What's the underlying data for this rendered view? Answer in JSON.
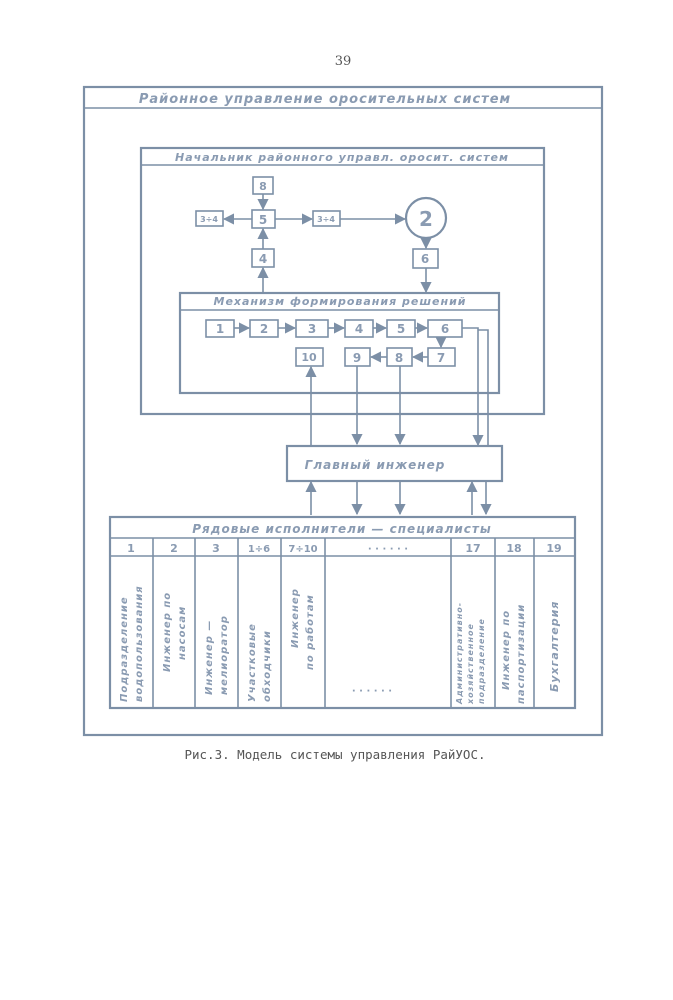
{
  "page_number": "39",
  "outer_title": "Районное управление оросительных систем",
  "chief_title": "Начальник районного управл. оросит. систем",
  "chief_blocks": {
    "top": "8",
    "left": "3÷4",
    "center": "5",
    "right_small": "3÷4",
    "circle": "2",
    "below_center": "4",
    "below_circle": "6"
  },
  "mechanism_title": "Механизм формирования решений",
  "mechanism_row1": [
    "1",
    "2",
    "3",
    "4",
    "5",
    "6"
  ],
  "mechanism_row2": [
    "10",
    "9",
    "8",
    "7"
  ],
  "chief_engineer": "Главный инженер",
  "staff_title": "Рядовые исполнители — специалисты",
  "staff_columns": [
    {
      "num": "1",
      "label_1": "Подразделение",
      "label_2": "водопользования"
    },
    {
      "num": "2",
      "label_1": "Инженер по",
      "label_2": "насосам"
    },
    {
      "num": "3",
      "label_1": "Инженер —",
      "label_2": "мелиоратор"
    },
    {
      "num": "1÷6",
      "label_1": "Участковые",
      "label_2": "обходчики"
    },
    {
      "num": "7÷10",
      "label_1": "Инженер",
      "label_2": "по работам"
    },
    {
      "num": "· · · · · ·",
      "label_1": "· · · · · ·",
      "label_2": ""
    },
    {
      "num": "17",
      "label_1": "Административно-",
      "label_2": "хозяйственное",
      "label_3": "подразделение"
    },
    {
      "num": "18",
      "label_1": "Инженер по",
      "label_2": "паспортизации"
    },
    {
      "num": "19",
      "label_1": "Бухгалтерия",
      "label_2": ""
    }
  ],
  "caption": "Рис.3. Модель системы управления РайУОС."
}
